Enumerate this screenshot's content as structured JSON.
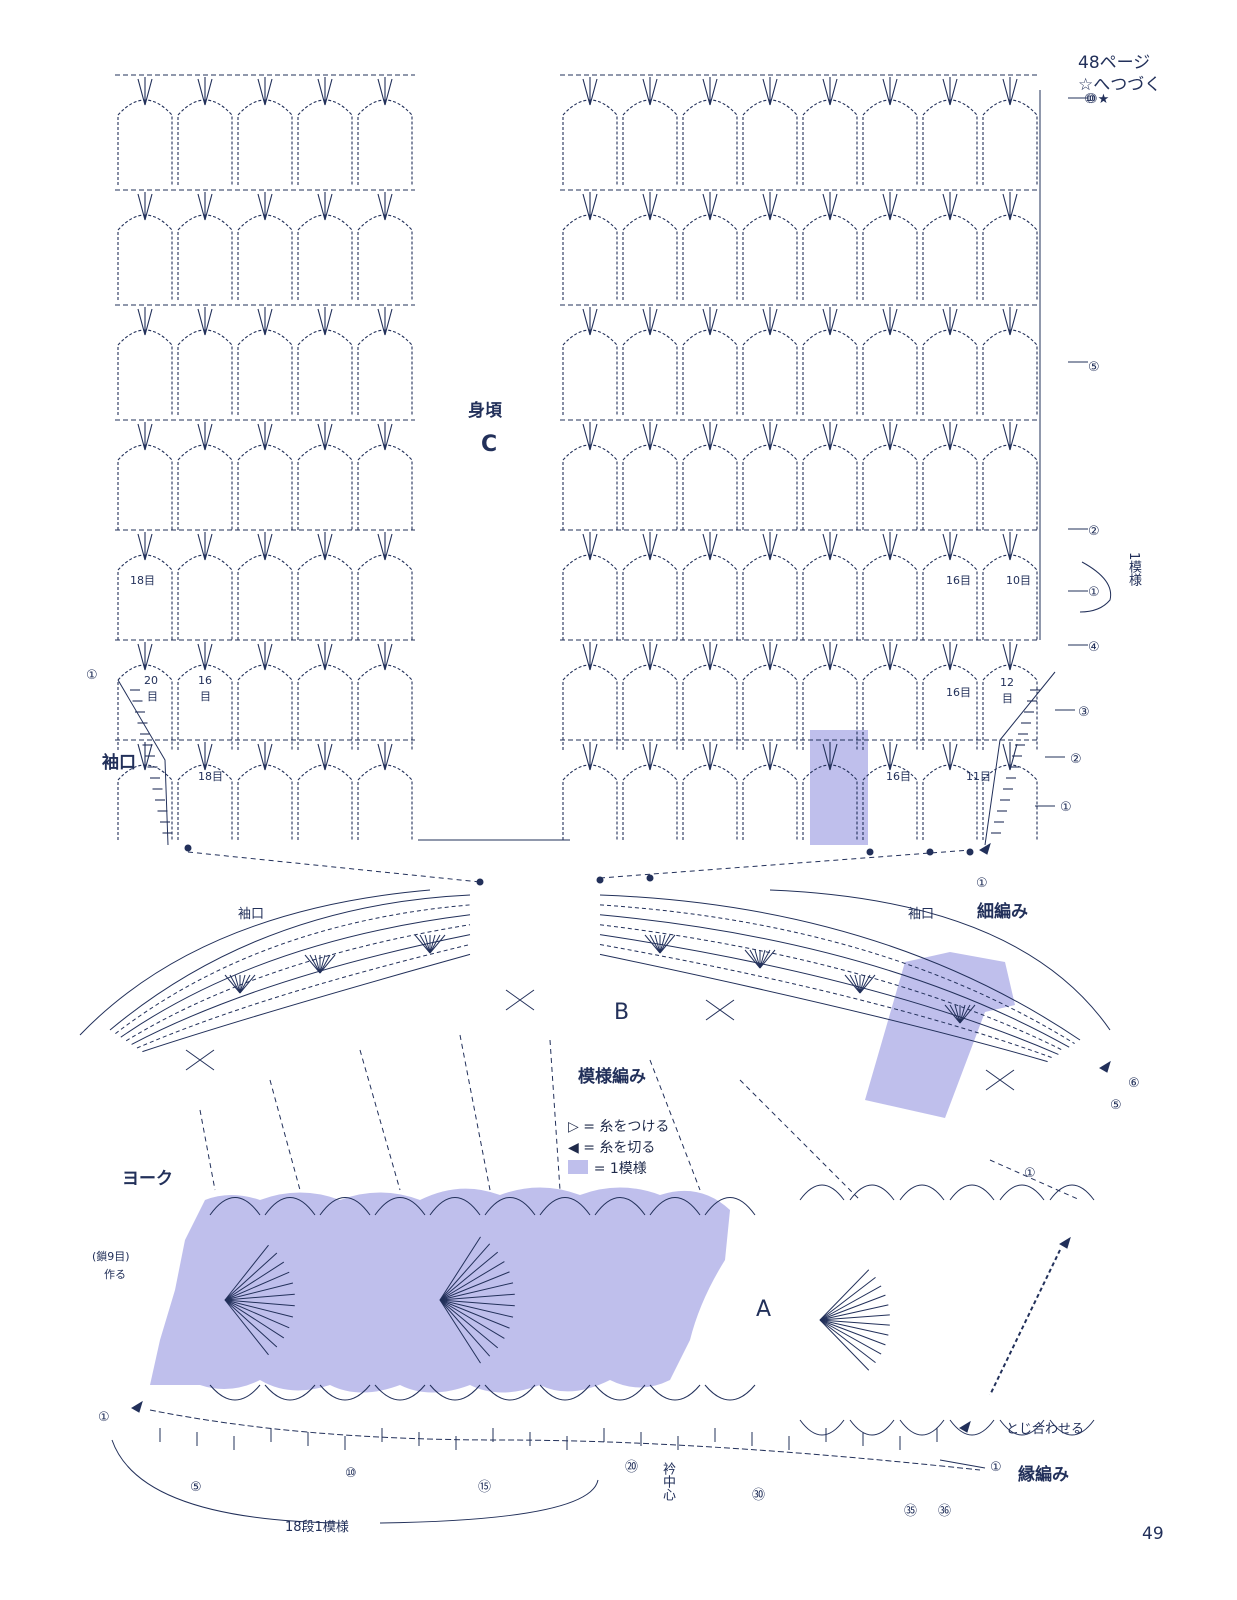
{
  "header_note": {
    "line1": "48ページ",
    "line2": "☆へつづく",
    "marker": "⑩★"
  },
  "body_section": {
    "title": "身頃",
    "letter": "C"
  },
  "sleeve_left": "袖口",
  "sleeve_b_left": "袖口",
  "sleeve_b_right": "袖口",
  "single_crochet": "細編み",
  "section_b": "B",
  "section_a": "A",
  "pattern_title": "模様編み",
  "yoke": "ヨーク",
  "foundation": {
    "line1": "(鎖9目)",
    "line2": "作る"
  },
  "join_label": "とじ合わせる",
  "edging": "縁編み",
  "repeat_label": "18段1模様",
  "center_front": "衿中心",
  "page_number": "49",
  "one_repeat_vertical": "1模様",
  "legend": [
    {
      "symbol": "▷",
      "text": "= 糸をつける"
    },
    {
      "symbol": "◀",
      "text": "= 糸を切る"
    },
    {
      "symbol": "■",
      "text": "= 1模様"
    }
  ],
  "stitch_counts": {
    "c_left_row1": "18目",
    "c_left_row2a": "20",
    "c_left_row2b": "目",
    "c_left_row2c": "16",
    "c_left_row2d": "目",
    "c_left_row3": "18目",
    "c_right_row1a": "16目",
    "c_right_row1b": "10目",
    "c_right_row2a": "16目",
    "c_right_row2b": "12",
    "c_right_row2c": "目",
    "c_right_row3a": "16目",
    "c_right_row3b": "11目"
  },
  "row_markers": {
    "c_r10": "⑩",
    "c_r5": "⑤",
    "c_r2": "②",
    "c_r1": "①",
    "c_r4": "④",
    "c_r3": "③",
    "c_r2b": "②",
    "c_r1b": "①",
    "c_left1": "①",
    "c_bottom1": "①",
    "b_r6": "⑥",
    "b_r5": "⑤",
    "b_r1": "①",
    "a_r1": "①",
    "a_r5": "⑤",
    "a_r10": "⑩",
    "a_r15": "⑮",
    "a_r20": "⑳",
    "a_r30": "㉚",
    "a_r35": "㉟",
    "a_r36": "㊱",
    "edge_r1": "①"
  },
  "colors": {
    "ink": "#22305a",
    "highlight": "#8f8fd9",
    "highlight_fill": "#a9a9e6"
  }
}
